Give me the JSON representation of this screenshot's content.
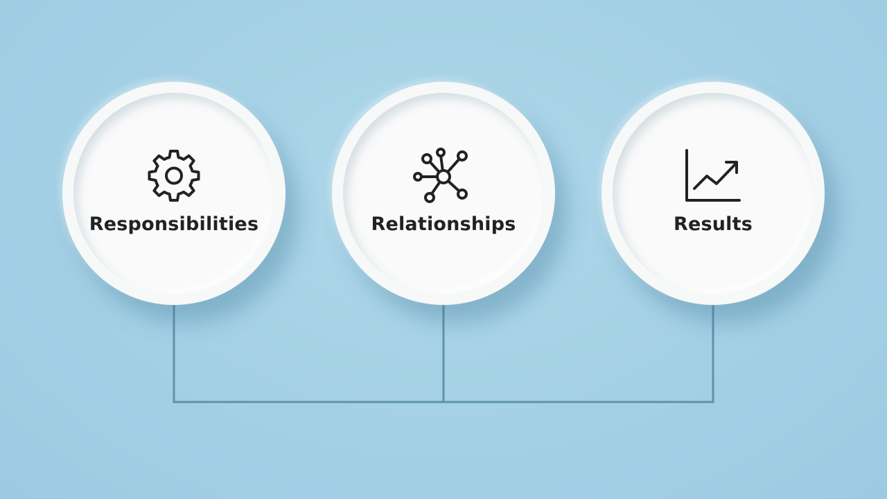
{
  "nodes": [
    {
      "label": "Responsibilities",
      "icon": "gear-icon"
    },
    {
      "label": "Relationships",
      "icon": "network-icon"
    },
    {
      "label": "Results",
      "icon": "line-chart-icon"
    }
  ],
  "colors": {
    "background": "#a6d2e6",
    "circle": "#f7f8f8",
    "connector": "#5f93a8",
    "text": "#1f2326"
  }
}
